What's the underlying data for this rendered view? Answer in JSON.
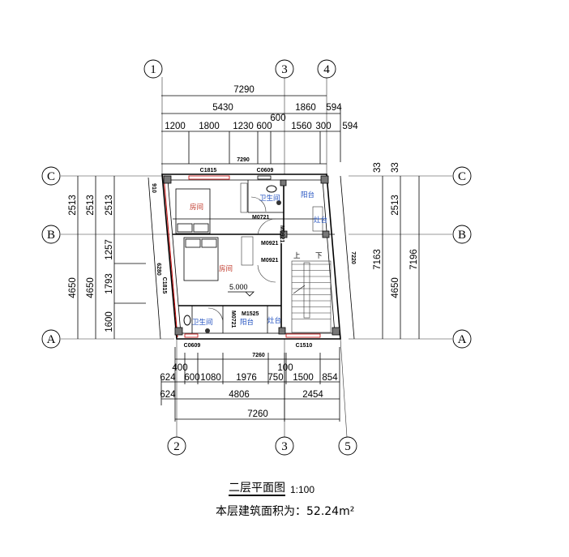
{
  "axes": {
    "top": [
      "1",
      "3",
      "4"
    ],
    "bottom": [
      "2",
      "3",
      "5"
    ],
    "left": [
      "C",
      "B",
      "A"
    ],
    "right": [
      "C",
      "B",
      "A"
    ]
  },
  "top_dims": {
    "row1": "7290",
    "row2": [
      "5430",
      "1860",
      "594"
    ],
    "row2_extra": "600",
    "row3": [
      "1200",
      "1800",
      "1230",
      "600",
      "1560",
      "300",
      "594"
    ],
    "wall_len": "7290"
  },
  "bottom_dims": {
    "wall_len": "7260",
    "row1_upper": [
      "400",
      "100"
    ],
    "row1": [
      "624",
      "600",
      "1080",
      "1976",
      "750",
      "1500",
      "854"
    ],
    "row2": [
      "624",
      "4806",
      "2454"
    ],
    "row3": "7260"
  },
  "left_dims": {
    "col1": [
      "2513",
      "4650"
    ],
    "col2": [
      "2513",
      "4650"
    ],
    "col3": [
      "2513",
      "1257",
      "1793",
      "1600"
    ],
    "slant": [
      "910",
      "6280",
      "C1815"
    ]
  },
  "right_dims": {
    "small": [
      "33",
      "33"
    ],
    "col1": "7163",
    "col2": [
      "2513",
      "4650"
    ],
    "col3": "7196",
    "slant": "7220"
  },
  "windows": {
    "top": [
      "C1815",
      "C0609"
    ],
    "bottom": [
      "C0609",
      "C1510"
    ]
  },
  "rooms": {
    "bedroom1": "房间",
    "bedroom2": "房间",
    "bath1": "卫生间",
    "balcony1": "阳台",
    "stove1": "灶台",
    "bath2": "卫生间",
    "balcony2": "阳台",
    "stove2": "灶台"
  },
  "doors": {
    "d1": "M0721",
    "d2": "M0921",
    "d3": "M0921",
    "d4": "M1525",
    "d5": "M0721"
  },
  "stairs": {
    "up": "上",
    "down": "下"
  },
  "elevation": "5.000",
  "caption": {
    "title": "二层平面图",
    "scale": "1:100",
    "area": "本层建筑面积为：52.24m²"
  },
  "colors": {
    "room_red": "#c0392b",
    "room_blue": "#1f4fbf",
    "wall_red": "#c00000"
  }
}
